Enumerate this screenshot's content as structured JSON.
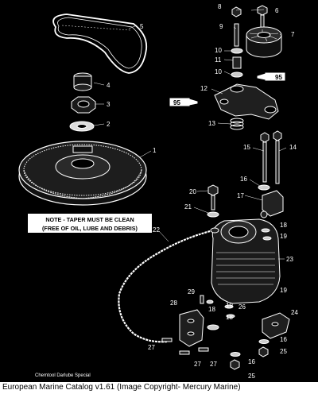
{
  "note": {
    "line1": "NOTE - TAPER MUST BE CLEAN",
    "line2": "(FREE OF OIL, LUBE AND DEBRIS)"
  },
  "compound_label": "Chemtool Darlube Special",
  "footer": "European Marine Catalog v1.61 (Image Copyright- Mercury Marine)",
  "callouts": {
    "n1": "1",
    "n2": "2",
    "n3": "3",
    "n4": "4",
    "n5": "5",
    "n6": "6",
    "n7": "7",
    "n8": "8",
    "n9": "9",
    "n10a": "10",
    "n10b": "10",
    "n11": "11",
    "n12": "12",
    "n13": "13",
    "n14": "14",
    "n15": "15",
    "n16a": "16",
    "n16b": "16",
    "n16c": "16",
    "n17": "17",
    "n18a": "18",
    "n18b": "18",
    "n18c": "18",
    "n19a": "19",
    "n19b": "19",
    "n19c": "19",
    "n20": "20",
    "n21": "21",
    "n22": "22",
    "n23": "23",
    "n24": "24",
    "n25a": "25",
    "n25b": "25",
    "n26": "26",
    "n27a": "27",
    "n27b": "27",
    "n27c": "27",
    "n28": "28",
    "n29": "29",
    "t95a": "95",
    "t95b": "95"
  }
}
